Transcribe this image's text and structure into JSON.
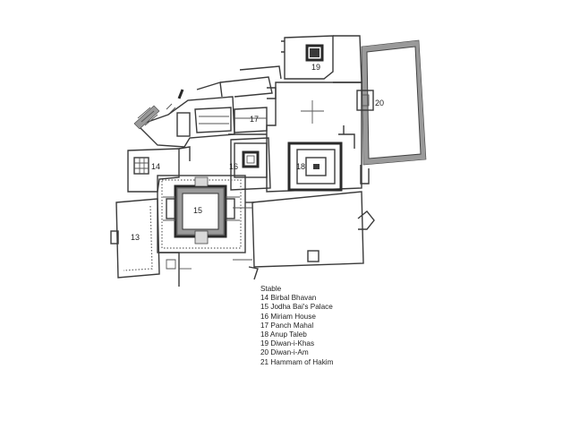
{
  "plan_labels": {
    "n13": "13",
    "n14": "14",
    "n15": "15",
    "n16": "16",
    "n17": "17",
    "n18": "18",
    "n19": "19",
    "n20": "20"
  },
  "legend": {
    "heading": "Stable",
    "items": [
      "14  Birbal Bhavan",
      "15  Jodha Bai's Palace",
      "16  Miriam House",
      "17  Panch Mahal",
      "18  Anup Taleb",
      "19  Diwan-i-Khas",
      "20  Diwan-i-Am",
      "21  Hammam of Hakim"
    ]
  }
}
